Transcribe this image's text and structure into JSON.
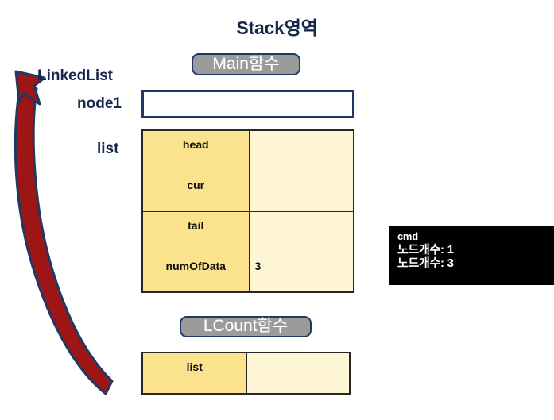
{
  "title": "Stack영역",
  "colors": {
    "title_text": "#17274b",
    "badge_fill": "#9b9b9b",
    "badge_border": "#1f3864",
    "table_key_fill": "#fae38c",
    "table_value_fill": "#fdf5d3",
    "table_border": "#262626",
    "node_box_border": "#1f3864",
    "console_bg": "#000000",
    "console_text": "#ffffff",
    "arrow_fill": "#9e1515",
    "arrow_outline": "#1f3864",
    "background": "#ffffff"
  },
  "labels": {
    "linkedlist": "LinkedList",
    "node1": "node1",
    "list": "list"
  },
  "badges": {
    "main": "Main함수",
    "lcount": "LCount함수"
  },
  "node1_box": {
    "value": ""
  },
  "list_table": {
    "rows": [
      {
        "key": "head",
        "value": ""
      },
      {
        "key": "cur",
        "value": ""
      },
      {
        "key": "tail",
        "value": ""
      },
      {
        "key": "numOfData",
        "value": "3"
      }
    ]
  },
  "lcount_table": {
    "rows": [
      {
        "key": "list",
        "value": ""
      }
    ]
  },
  "console": {
    "lines": [
      "cmd",
      "노드개수: 1",
      "노드개수: 3"
    ]
  },
  "arrow": {
    "name": "curved-return-arrow",
    "direction": "bottom-right-to-top-left-upward"
  }
}
